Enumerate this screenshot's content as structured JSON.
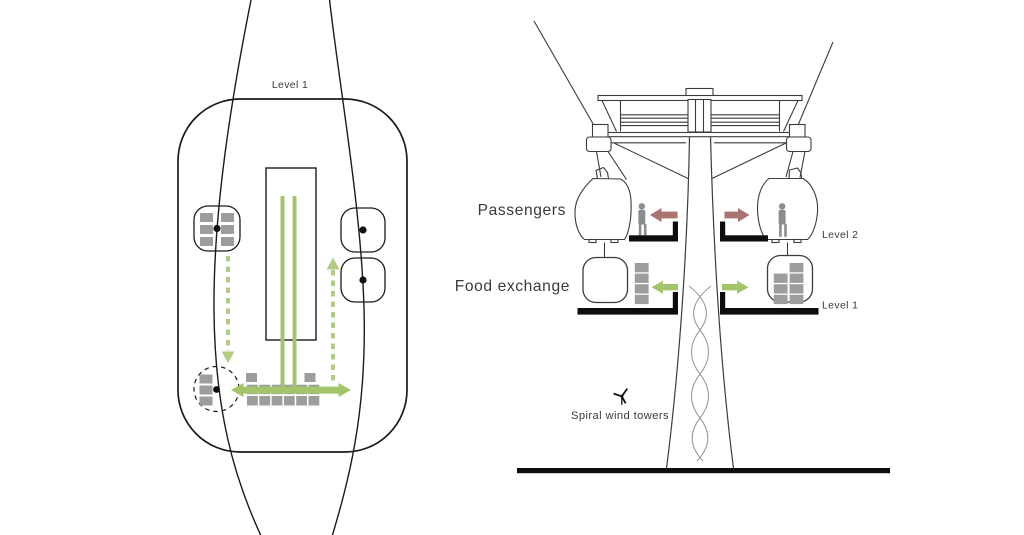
{
  "plan_view": {
    "level_label": "Level 1"
  },
  "elevation_view": {
    "passengers_label": "Passengers",
    "food_exchange_label": "Food exchange",
    "level2_label": "Level 2",
    "level1_label": "Level 1",
    "wind_towers_label": "Spiral wind towers"
  },
  "icons": {
    "wind_turbine": "wind-turbine-icon"
  },
  "colors": {
    "green": "#a3c46b",
    "green_dash": "#b2cc85",
    "red": "#a97371",
    "gray_fill": "#9d9d9d",
    "person": "#8d8d8d",
    "ink": "#1b1b1b",
    "line": "#3c3c3c",
    "helix": "#9c9c9c",
    "text": "#3a3a3a",
    "platform": "#0d0d0d"
  }
}
